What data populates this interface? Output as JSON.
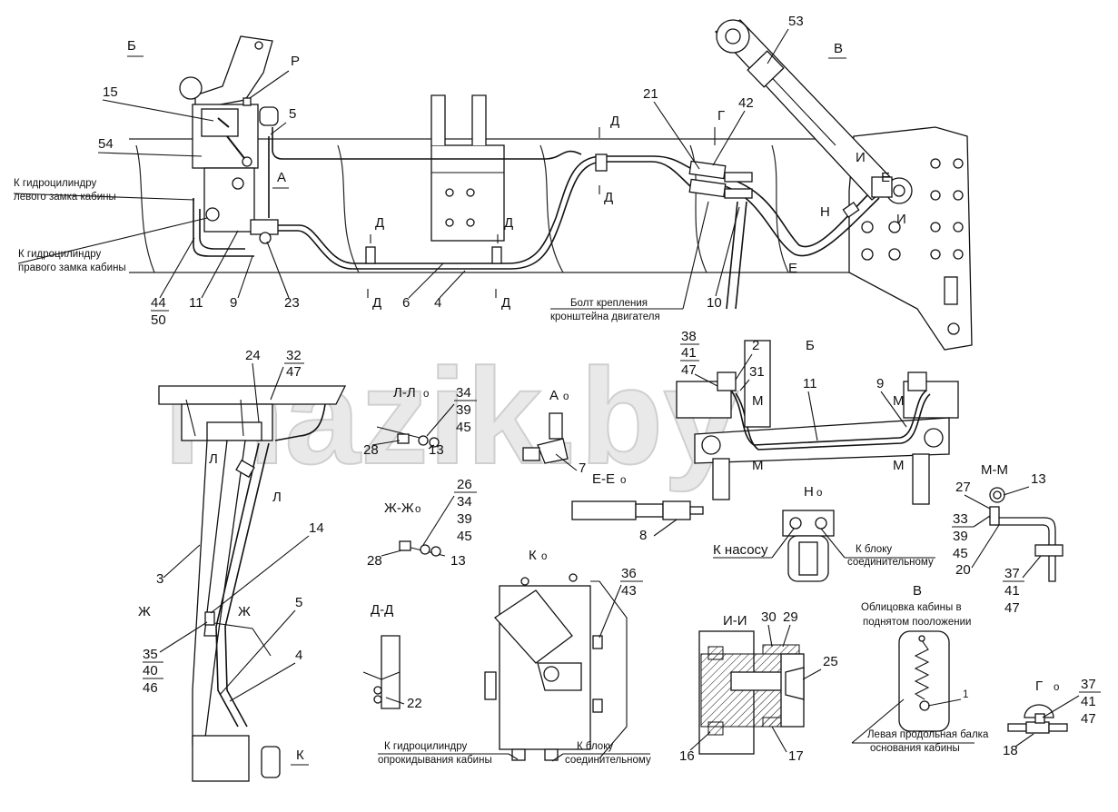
{
  "watermark": "mazik.by",
  "views": {
    "B_view": "Б",
    "V_view": "В",
    "G_view": "Г",
    "B_main": "Б",
    "A_view": "А",
    "K_view": "К",
    "LL": "Л-Л",
    "ZhZh": "Ж-Ж",
    "DD": "Д-Д",
    "EE": "Е-Е",
    "II": "И-И",
    "MM": "М-М",
    "N": "Н",
    "V_detail": "В",
    "G_detail": "Г"
  },
  "section_marks": {
    "P": "Р",
    "A": "А",
    "D": "Д",
    "G": "Г",
    "E": "Е",
    "I": "И",
    "N": "Н",
    "L": "Л",
    "Zh": "Ж",
    "M": "М",
    "K": "К"
  },
  "circle_mark": "o",
  "labels": {
    "to_left_lock": [
      "К гидроцилиндру",
      "левого замка кабины"
    ],
    "to_right_lock": [
      "К гидроцилиндру",
      "правого замка кабины"
    ],
    "engine_bolt": [
      "Болт крепления",
      "кронштейна двигателя"
    ],
    "to_pump": "К насосу",
    "to_block_n": [
      "К блоку",
      "соединительному"
    ],
    "to_tilt_cyl": [
      "К гидроцилиндру",
      "опрокидывания кабины"
    ],
    "to_block_k": [
      "К блоку",
      "соединительному"
    ],
    "cab_lining": [
      "Облицовка кабины в",
      "поднятом пооложении"
    ],
    "left_beam": [
      "Левая продольная балка",
      "основания кабины"
    ]
  },
  "numbers": {
    "n15": "15",
    "n54": "54",
    "n5": "5",
    "n44": "44",
    "n50": "50",
    "n11": "11",
    "n9": "9",
    "n23": "23",
    "n6": "6",
    "n4": "4",
    "n21": "21",
    "n42": "42",
    "n10": "10",
    "n53": "53",
    "n24": "24",
    "n32": "32",
    "n47": "47",
    "n34": "34",
    "n39": "39",
    "n45": "45",
    "n28": "28",
    "n13": "13",
    "n7": "7",
    "n38": "38",
    "n41": "41",
    "n2": "2",
    "n31": "31",
    "n14": "14",
    "n3": "3",
    "n35": "35",
    "n40": "40",
    "n46": "46",
    "n26": "26",
    "n8": "8",
    "n27": "27",
    "n33": "33",
    "n20": "20",
    "n37": "37",
    "n36": "36",
    "n43": "43",
    "n22": "22",
    "n30": "30",
    "n29": "29",
    "n25": "25",
    "n16": "16",
    "n17": "17",
    "n18": "18",
    "f1": "1"
  },
  "colors": {
    "ink": "#111111",
    "watermark": "#e9e9e9"
  }
}
